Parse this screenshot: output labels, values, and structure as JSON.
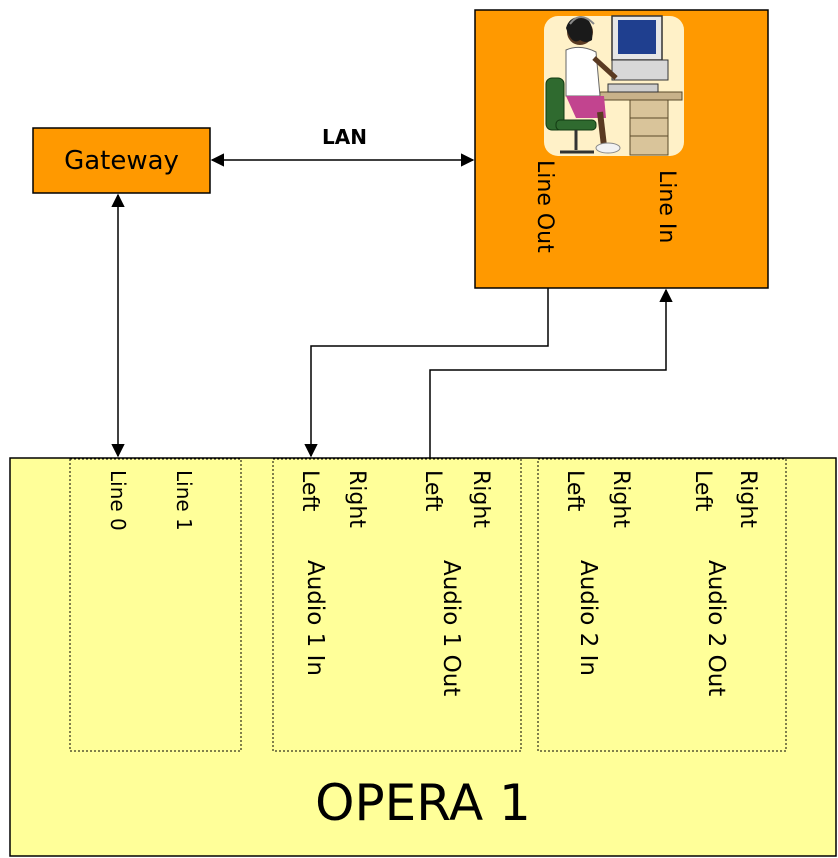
{
  "nodes": {
    "gateway": "Gateway",
    "lan": "LAN",
    "workstation": {
      "line_out": "Line Out",
      "line_in": "Line In"
    },
    "opera": {
      "title": "OPERA 1",
      "lines": {
        "line0": "Line 0",
        "line1": "Line 1"
      },
      "audio1": {
        "in": "Audio 1 In",
        "out": "Audio 1 Out",
        "in_left": "Left",
        "in_right": "Right",
        "out_left": "Left",
        "out_right": "Right"
      },
      "audio2": {
        "in": "Audio 2 In",
        "out": "Audio 2 Out",
        "in_left": "Left",
        "in_right": "Right",
        "out_left": "Left",
        "out_right": "Right"
      }
    }
  },
  "colors": {
    "gateway_fill": "#ff9900",
    "opera_fill": "#ffff99",
    "workstation_fill": "#ff9900"
  }
}
